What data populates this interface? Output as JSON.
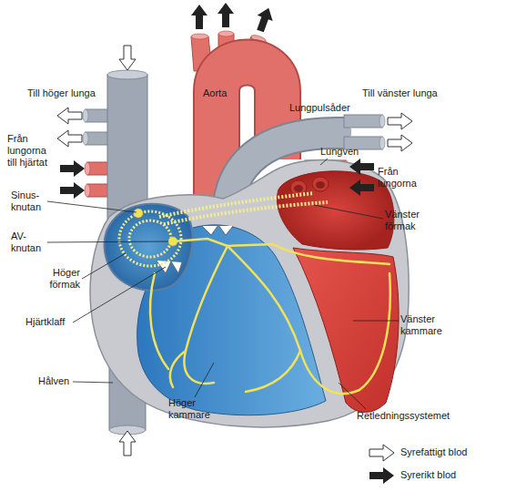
{
  "diagram": {
    "labels": [
      "Aorta",
      "Till höger lunga",
      "Till vänster lunga",
      "Lungpulsåder",
      "Lungven",
      "Från lungorna till hjärtat",
      "Från lungorna",
      "Sinus- knutan",
      "Vänster förmak",
      "AV- knutan",
      "Höger förmak",
      "Hjärtklaff",
      "Vänster kammare",
      "Hålven",
      "Höger kammare",
      "Retledningssystemet"
    ],
    "legend": [
      {
        "text": "Syrefattigt blod"
      },
      {
        "text": "Syrerikt blod"
      }
    ]
  }
}
